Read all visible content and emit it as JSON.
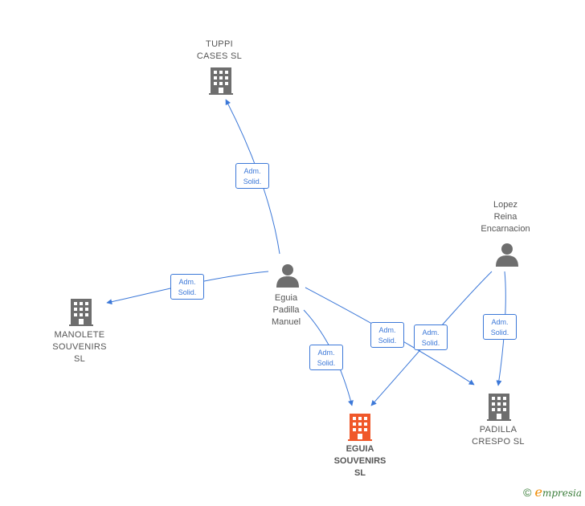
{
  "colors": {
    "edge": "#3c78d8",
    "node_icon": "#6e6e6e",
    "focus_icon": "#f0582a",
    "label": "#555555"
  },
  "nodes": {
    "tuppi": {
      "label": "TUPPI\nCASES  SL",
      "type": "company",
      "icon": "building-icon"
    },
    "manolete": {
      "label": "MANOLETE\nSOUVENIRS\nSL",
      "type": "company",
      "icon": "building-icon"
    },
    "eguia_person": {
      "label": "Eguia\nPadilla\nManuel",
      "type": "person",
      "icon": "person-icon"
    },
    "lopez_person": {
      "label": "Lopez\nReina\nEncarnacion",
      "type": "person",
      "icon": "person-icon"
    },
    "eguia_souvenirs": {
      "label": "EGUIA\nSOUVENIRS\nSL",
      "type": "company",
      "focus": true,
      "icon": "building-icon"
    },
    "padilla": {
      "label": "PADILLA\nCRESPO  SL",
      "type": "company",
      "icon": "building-icon"
    }
  },
  "edges": [
    {
      "from": "eguia_person",
      "to": "tuppi",
      "label": "Adm.\nSolid."
    },
    {
      "from": "eguia_person",
      "to": "manolete",
      "label": "Adm.\nSolid."
    },
    {
      "from": "eguia_person",
      "to": "eguia_souvenirs",
      "label": "Adm.\nSolid."
    },
    {
      "from": "eguia_person",
      "to": "padilla",
      "label": "Adm.\nSolid."
    },
    {
      "from": "lopez_person",
      "to": "eguia_souvenirs",
      "label": "Adm.\nSolid."
    },
    {
      "from": "lopez_person",
      "to": "padilla",
      "label": "Adm.\nSolid."
    }
  ],
  "watermark": {
    "copyright": "©",
    "brand_first": "e",
    "brand_rest": "mpresia"
  }
}
